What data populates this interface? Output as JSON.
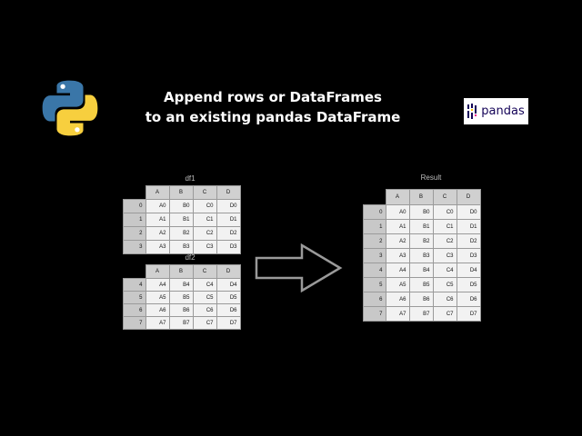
{
  "title": {
    "line1": "Append rows or DataFrames",
    "line2": "to an existing pandas DataFrame"
  },
  "logos": {
    "python": "python-logo",
    "pandas_word": "pandas"
  },
  "colors": {
    "background": "#000000",
    "python_blue": "#3a76a8",
    "python_yellow": "#f7cf3e",
    "pandas_navy": "#150458",
    "pandas_yellow": "#ffca00",
    "pandas_pink": "#e70488"
  },
  "df1": {
    "caption": "df1",
    "columns": [
      "A",
      "B",
      "C",
      "D"
    ],
    "rows": [
      {
        "index": "0",
        "cells": [
          "A0",
          "B0",
          "C0",
          "D0"
        ]
      },
      {
        "index": "1",
        "cells": [
          "A1",
          "B1",
          "C1",
          "D1"
        ]
      },
      {
        "index": "2",
        "cells": [
          "A2",
          "B2",
          "C2",
          "D2"
        ]
      },
      {
        "index": "3",
        "cells": [
          "A3",
          "B3",
          "C3",
          "D3"
        ]
      }
    ]
  },
  "df2": {
    "caption": "df2",
    "columns": [
      "A",
      "B",
      "C",
      "D"
    ],
    "rows": [
      {
        "index": "4",
        "cells": [
          "A4",
          "B4",
          "C4",
          "D4"
        ]
      },
      {
        "index": "5",
        "cells": [
          "A5",
          "B5",
          "C5",
          "D5"
        ]
      },
      {
        "index": "6",
        "cells": [
          "A6",
          "B6",
          "C6",
          "D6"
        ]
      },
      {
        "index": "7",
        "cells": [
          "A7",
          "B7",
          "C7",
          "D7"
        ]
      }
    ]
  },
  "result": {
    "caption": "Result",
    "columns": [
      "A",
      "B",
      "C",
      "D"
    ],
    "rows": [
      {
        "index": "0",
        "cells": [
          "A0",
          "B0",
          "C0",
          "D0"
        ]
      },
      {
        "index": "1",
        "cells": [
          "A1",
          "B1",
          "C1",
          "D1"
        ]
      },
      {
        "index": "2",
        "cells": [
          "A2",
          "B2",
          "C2",
          "D2"
        ]
      },
      {
        "index": "3",
        "cells": [
          "A3",
          "B3",
          "C3",
          "D3"
        ]
      },
      {
        "index": "4",
        "cells": [
          "A4",
          "B4",
          "C4",
          "D4"
        ]
      },
      {
        "index": "5",
        "cells": [
          "A5",
          "B5",
          "C5",
          "D5"
        ]
      },
      {
        "index": "6",
        "cells": [
          "A6",
          "B6",
          "C6",
          "D6"
        ]
      },
      {
        "index": "7",
        "cells": [
          "A7",
          "B7",
          "C7",
          "D7"
        ]
      }
    ]
  }
}
